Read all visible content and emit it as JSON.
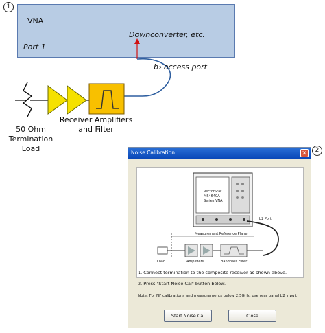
{
  "callouts": {
    "one": "1",
    "two": "2"
  },
  "diagram": {
    "vna_title": "VNA",
    "port_label": "Port 1",
    "downconverter_label": "Downconverter, etc.",
    "access_port_label": "b₂ access port",
    "termination_label_1": "50 Ohm",
    "termination_label_2": "Termination",
    "termination_label_3": "Load",
    "receiver_label_1": "Receiver Amplifiers",
    "receiver_label_2": "and Filter"
  },
  "dialog": {
    "title": "Noise Calibration",
    "close_glyph": "✕",
    "instrument_line_1": "VectorStar",
    "instrument_line_2": "MS4640A",
    "instrument_line_3": "Series VNA",
    "b2_port_label": "b2 Port",
    "ref_plane_label": "Measurement Reference Plane",
    "load_label": "Load",
    "amplifiers_label": "Amplifiers",
    "filter_label": "Bandpass Filter",
    "step1": "1. Connect termination to the composite receiver as shown above.",
    "step2": "2. Press \"Start Noise Cal\" button below.",
    "note": "Note: For NF calibrations and measurements below 2.5GHz, use rear panel b2 input.",
    "start_button": "Start Noise Cal",
    "close_button": "Close"
  },
  "colors": {
    "vna_fill": "#b8cce4",
    "amp_fill": "#f5e100",
    "filter_fill": "#f8c000",
    "arrow": "#d01010",
    "cable": "#2f5fa0",
    "titlebar": "#0a48b8"
  }
}
